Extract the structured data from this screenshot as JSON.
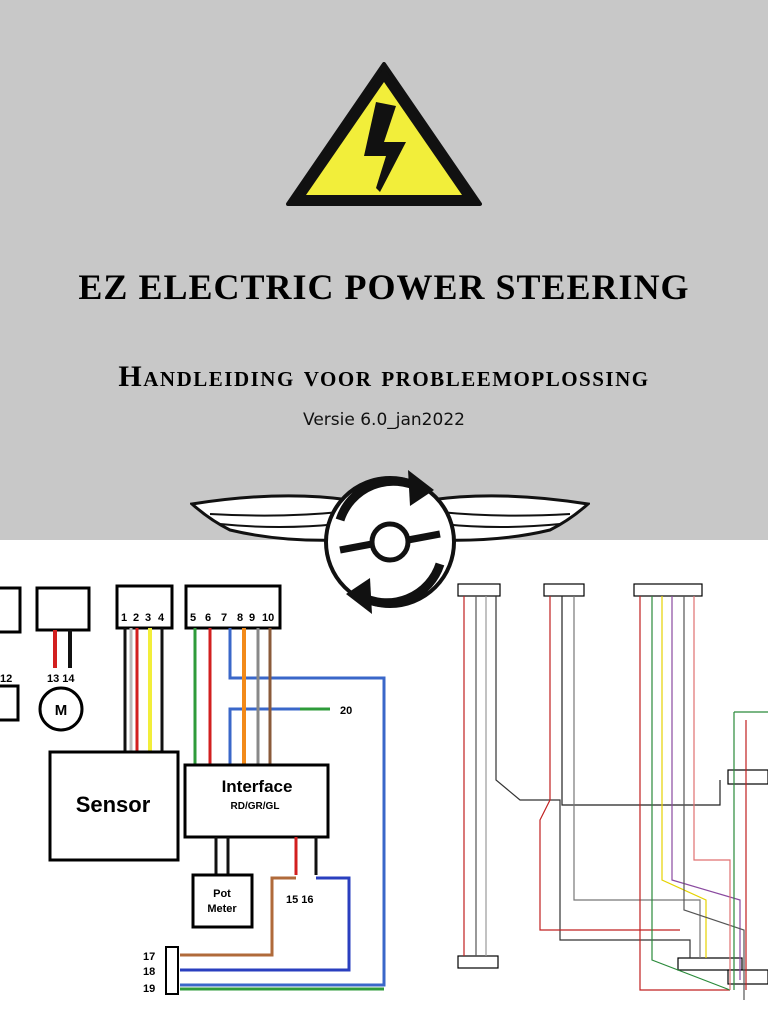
{
  "cover": {
    "title": "EZ ELECTRIC POWER STEERING",
    "subtitle": "Handleiding voor probleemoplossing",
    "version": "Versie 6.0_jan2022"
  },
  "diagram": {
    "sensor_label": "Sensor",
    "interface_label": "Interface",
    "interface_sub": "RD/GR/GL",
    "pot_label_1": "Pot",
    "pot_label_2": "Meter",
    "motor_label": "M",
    "pins_a": [
      "1",
      "2",
      "3",
      "4"
    ],
    "pins_b": [
      "5",
      "6",
      "7",
      "8",
      "9",
      "10"
    ],
    "pin_12": "12",
    "pins_13_14": "13 14",
    "pin_20": "20",
    "pins_15_16": "15  16",
    "pin_17": "17",
    "pin_18": "18",
    "pin_19": "19"
  },
  "colors": {
    "background_top": "#c8c8c8",
    "warning_yellow": "#f2ee3a"
  }
}
